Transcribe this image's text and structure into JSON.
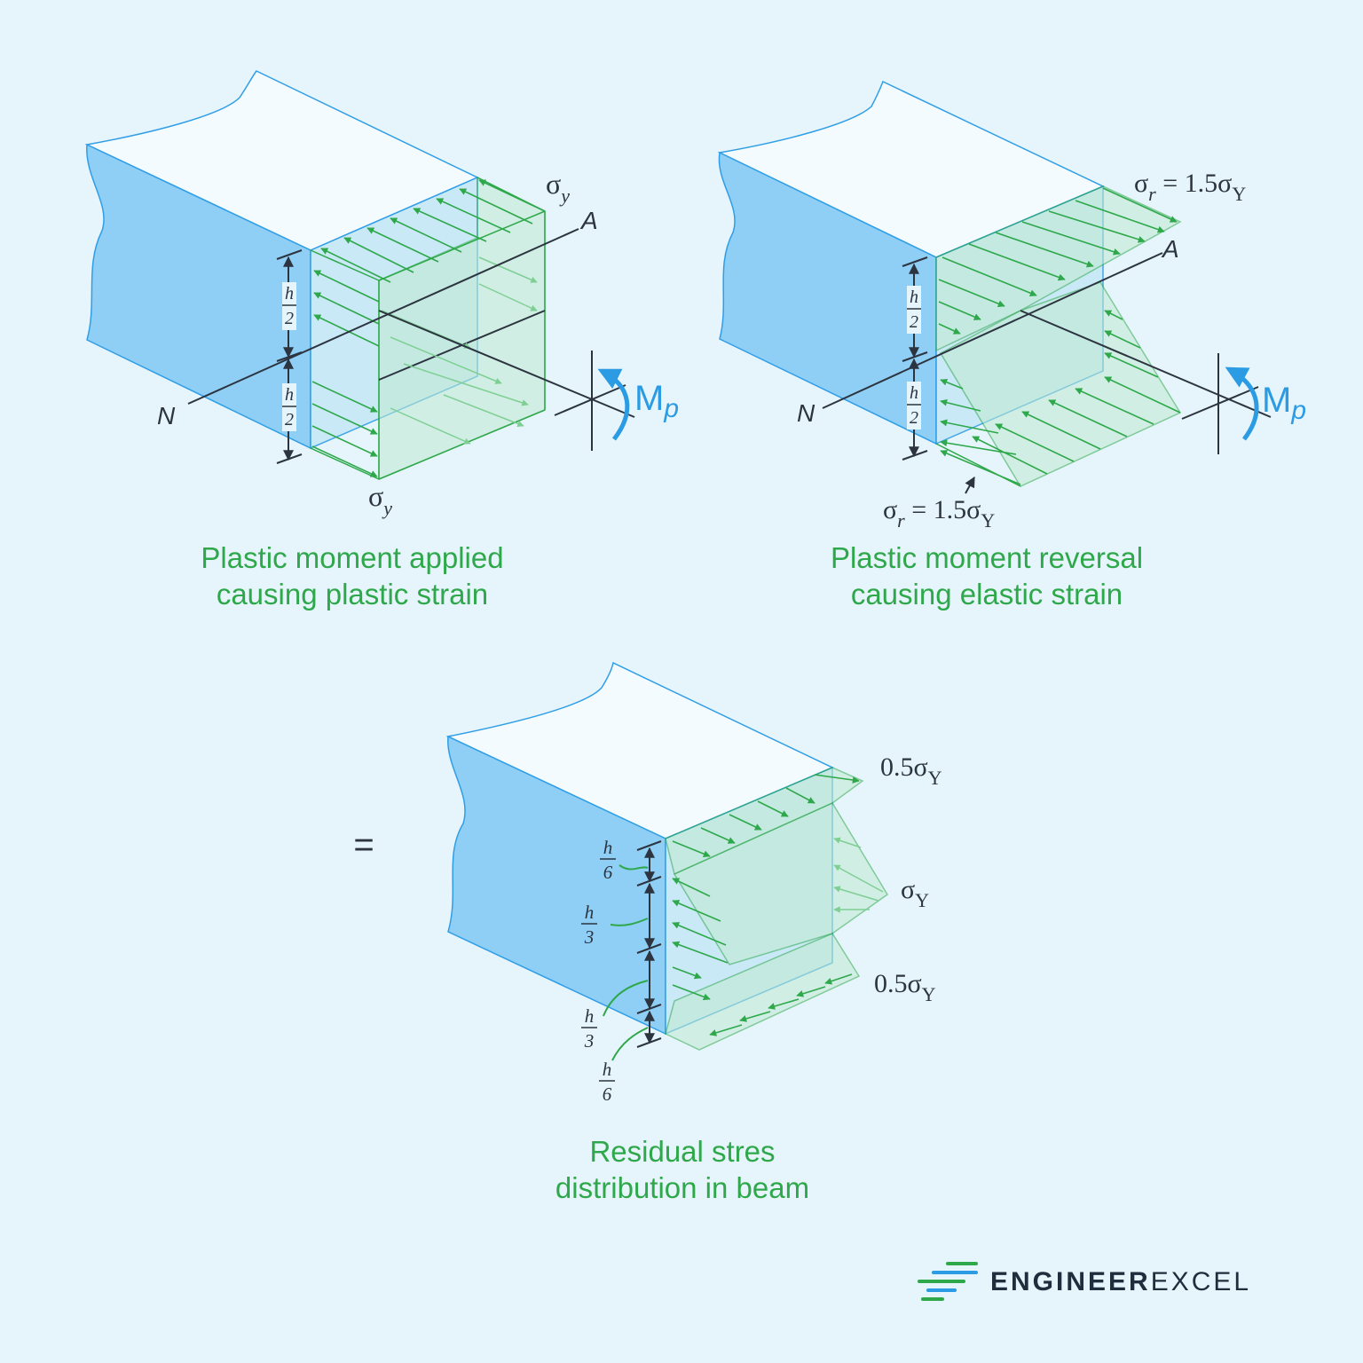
{
  "panels": {
    "applied": {
      "caption_line1": "Plastic moment applied",
      "caption_line2": "causing plastic strain",
      "stress_top": "σ",
      "stress_top_sub": "y",
      "stress_bottom": "σ",
      "stress_bottom_sub": "y",
      "axis_start": "N",
      "axis_end": "A",
      "moment": "M",
      "moment_sub": "p",
      "dim_upper_num": "h",
      "dim_upper_den": "2",
      "dim_lower_num": "h",
      "dim_lower_den": "2"
    },
    "reversal": {
      "caption_line1": "Plastic moment reversal",
      "caption_line2": "causing elastic strain",
      "stress_top": "σ",
      "stress_top_sub": "r",
      "stress_top_value": " = 1.5σ",
      "stress_top_value_sub": "Y",
      "stress_bottom": "σ",
      "stress_bottom_sub": "r",
      "stress_bottom_value": " = 1.5σ",
      "stress_bottom_value_sub": "Y",
      "axis_start": "N",
      "axis_end": "A",
      "moment": "M",
      "moment_sub": "p",
      "dim_upper_num": "h",
      "dim_upper_den": "2",
      "dim_lower_num": "h",
      "dim_lower_den": "2"
    },
    "residual": {
      "equals": "=",
      "caption_line1": "Residual stres",
      "caption_line2": "distribution in beam",
      "stress_top": "0.5σ",
      "stress_top_sub": "Y",
      "stress_middle": "σ",
      "stress_middle_sub": "Y",
      "stress_bottom": "0.5σ",
      "stress_bottom_sub": "Y",
      "dims": [
        {
          "num": "h",
          "den": "6"
        },
        {
          "num": "h",
          "den": "3"
        },
        {
          "num": "h",
          "den": "3"
        },
        {
          "num": "h",
          "den": "6"
        }
      ]
    }
  },
  "brand": {
    "name": "ENGINEEREXCEL",
    "name_bold": "ENGINEER",
    "name_light": "EXCEL"
  },
  "colors": {
    "background": "#e6f5fc",
    "beam_side": "#8fcff5",
    "beam_top": "#f4fbfe",
    "beam_edge": "#2f9ee6",
    "stress_fill": "#bfe9cf",
    "stress_arrow": "#2ea84a",
    "caption": "#2ea84a",
    "text": "#2c3440",
    "moment": "#2b9be3"
  }
}
